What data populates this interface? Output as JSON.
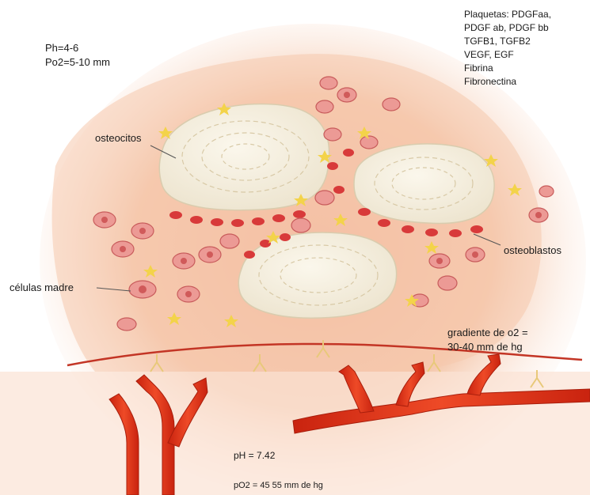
{
  "top_left": {
    "ph_line": "Ph=4-6",
    "po2_line": "Po2=5-10 mm"
  },
  "top_right": {
    "lines": [
      "Plaquetas: PDGFaa,",
      "PDGF ab, PDGF bb",
      "TGFB1, TGFB2",
      "VEGF, EGF",
      "Fibrina",
      "Fibronectina"
    ]
  },
  "labels": {
    "osteocitos": "osteocitos",
    "osteoblastos": "osteoblastos",
    "celulas_madre": "células madre",
    "gradient_line1": "gradiente de o2 =",
    "gradient_line2": "30-40 mm de hg"
  },
  "bottom": {
    "ph": "pH = 7.42",
    "po2": "pO2 = 45 55 mm de hg"
  },
  "colors": {
    "tissue": "#f4c3a6",
    "bone": "#f7f1e3",
    "red_cell": "#d83a3a",
    "stem_cell": "#e98b8b",
    "platelet": "#f3d34a",
    "vessel": "#e0361b"
  }
}
